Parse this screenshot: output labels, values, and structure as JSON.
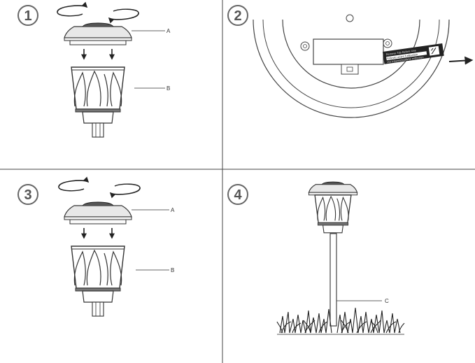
{
  "steps": [
    {
      "number": "1",
      "callouts": [
        "A",
        "B"
      ]
    },
    {
      "number": "2",
      "tag_lines": [
        "Remove Tab Before Use",
        "Enlever avant l'utilisation",
        "Vor Inbetriebnahme entfernen"
      ]
    },
    {
      "number": "3",
      "callouts": [
        "A",
        "B"
      ]
    },
    {
      "number": "4",
      "callouts": [
        "C"
      ]
    }
  ]
}
